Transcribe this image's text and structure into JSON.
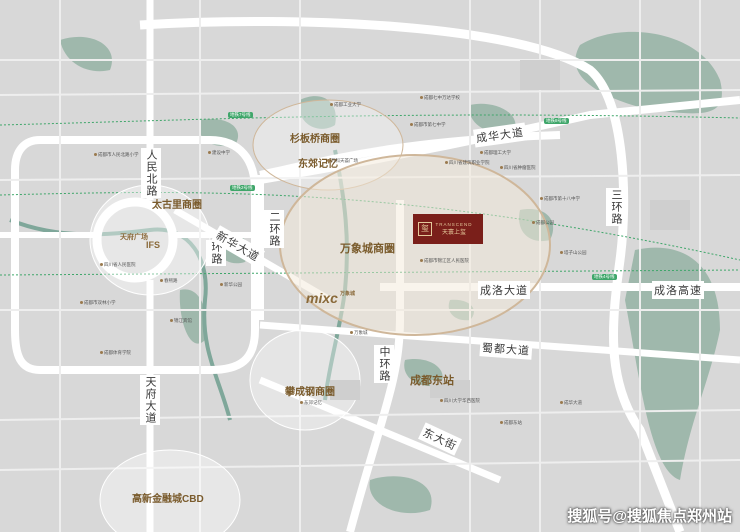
{
  "roads": {
    "chenghua": "成华大道",
    "sanhuan": "三环路",
    "renmin_north": "人民北路",
    "erhuan": "二环路",
    "xinhua": "新华大道",
    "chenghao": "成洛大道",
    "chengluo": "成洛高速",
    "shudu": "蜀都大道",
    "zhonghuan": "中环路",
    "dongdajie": "东大街",
    "tianfu": "天府大道",
    "huan": "环路"
  },
  "districts": {
    "dongjiao": "东郊记忆",
    "shanbanqiao": "杉板桥商圈",
    "wanxiang": "万象城商圈",
    "taiguli": "太古里商圈",
    "panchengang": "攀成钢商圈",
    "chengdu_east": "成都东站",
    "gaoxin": "高新金融城CBD",
    "tianfu_square": "天府广场"
  },
  "ifs": "IFS",
  "mixc": "mixc",
  "mixc_sub": "万象城",
  "project": {
    "en": "TRANSCEND",
    "cn": "天寰上玺"
  },
  "metros": [
    "地铁7号线",
    "地铁8号线",
    "地铁4号线",
    "地铁2号线"
  ],
  "pois": [
    "成都工业大学",
    "成都七中万达学校",
    "四川省建筑职业学院",
    "成都市人民北路小学",
    "万科天荟广场",
    "成都市第七中学",
    "四川省肿瘤医院",
    "东郊记忆",
    "成都理工大学",
    "建设中学",
    "成都公园",
    "成都市锦江区人民医院",
    "成华大道",
    "成都市第十八中学",
    "成都东站",
    "四川大学华西医院",
    "塔子山公园",
    "新华公园",
    "万象城",
    "成都市双林小学",
    "成都体育学院",
    "春熙路",
    "锦江宾馆",
    "四川省人民医院"
  ],
  "watermark": "搜狐号@搜狐焦点郑州站",
  "colors": {
    "background": "#d8d8d8",
    "road": "#ffffff",
    "green": "#9fb8ac",
    "water": "#7fa79a",
    "project": "#7a1f1a",
    "metro": "#3fa66a",
    "district_text": "#7a5b2c"
  }
}
